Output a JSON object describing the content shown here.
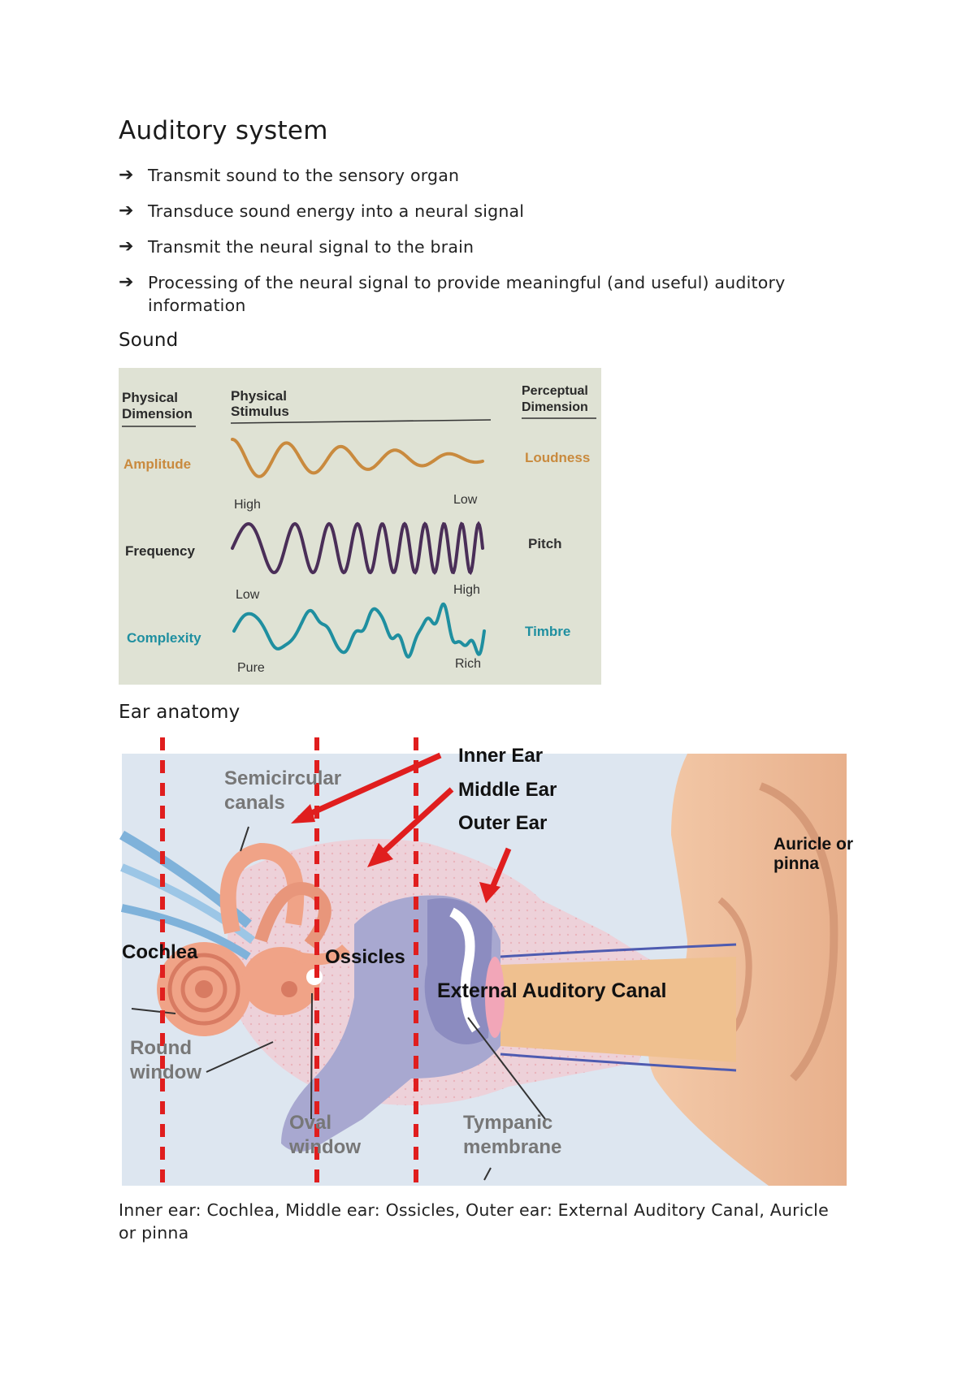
{
  "title": "Auditory system",
  "bullets": [
    "Transmit sound to the sensory organ",
    "Transduce sound energy into a neural signal",
    "Transmit the neural signal to the brain",
    "Processing of the neural signal to provide meaningful (and useful) auditory information"
  ],
  "bullet_icon": "right-arrow-icon",
  "sound_heading": "Sound",
  "sound_figure": {
    "col_physical_dimension": [
      "Physical",
      "Dimension"
    ],
    "col_physical_stimulus": [
      "Physical",
      "Stimulus"
    ],
    "col_perceptual_dimension": [
      "Perceptual",
      "Dimension"
    ],
    "rows": [
      {
        "dimension": "Amplitude",
        "left_label": "High",
        "right_label": "Low",
        "perceptual": "Loudness",
        "color": "#c98a3e"
      },
      {
        "dimension": "Frequency",
        "left_label": "Low",
        "right_label": "High",
        "perceptual": "Pitch",
        "color": "#4a2e58"
      },
      {
        "dimension": "Complexity",
        "left_label": "Pure",
        "right_label": "Rich",
        "perceptual": "Timbre",
        "color": "#1f8fa0"
      }
    ]
  },
  "ear_heading": "Ear anatomy",
  "ear_figure": {
    "inner_ear": "Inner Ear",
    "middle_ear": "Middle Ear",
    "outer_ear": "Outer Ear",
    "semicircular_canals": [
      "Semicircular",
      "canals"
    ],
    "auricle": [
      "Auricle or",
      "pinna"
    ],
    "cochlea": "Cochlea",
    "ossicles": "Ossicles",
    "external_canal": "External Auditory Canal",
    "round_window": [
      "Round",
      "window"
    ],
    "oval_window": [
      "Oval",
      "window"
    ],
    "tympanic": [
      "Tympanic",
      "membrane"
    ]
  },
  "caption": "Inner ear: Cochlea, Middle ear: Ossicles, Outer ear: External Auditory Canal, Auricle or pinna"
}
